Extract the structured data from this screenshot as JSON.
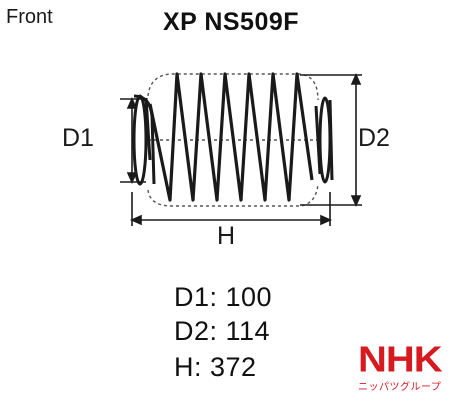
{
  "header": {
    "position": "Front",
    "part_number": "XP NS509F"
  },
  "diagram": {
    "labels": {
      "d1": "D1",
      "d2": "D2",
      "h": "H"
    }
  },
  "specs": {
    "d1": "D1: 100",
    "d2": "D2: 114",
    "h": "H: 372"
  },
  "logo": {
    "text": "NHK",
    "subtext": "ニッパツグループ",
    "color": "#d71920"
  }
}
